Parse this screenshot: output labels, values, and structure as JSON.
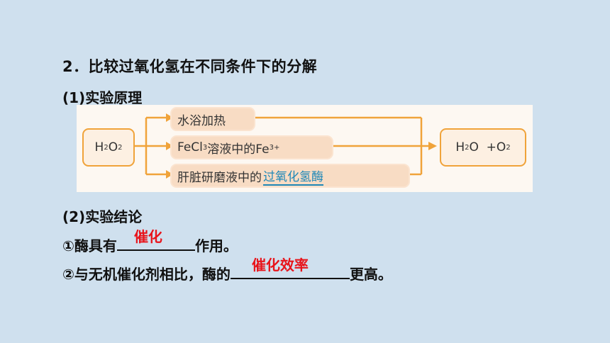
{
  "section": {
    "heading": "2．比较过氧化氢在不同条件下的分解",
    "sub1": "(1)实验原理",
    "sub2": "(2)实验结论"
  },
  "diagram": {
    "reactant": {
      "main": "H",
      "s1": "2",
      "mid": "O",
      "s2": "2"
    },
    "product": {
      "a": "H",
      "s1": "2",
      "b": "O  +O",
      "s2": "2"
    },
    "conditions": {
      "c1": "水浴加热",
      "c2_a": "FeCl",
      "c2_sub": "3",
      "c2_b": "溶液中的Fe",
      "c2_sup": "3+",
      "c3_a": "肝脏研磨液中的",
      "c3_hl": "过氧化氢酶"
    },
    "colors": {
      "arrow": "#f0a33a",
      "highlight": "#1f88b8"
    }
  },
  "conclusion": {
    "l1_pre": "①酶具有",
    "l1_ans": "催化",
    "l1_post": "作用。",
    "l2_pre": "②与无机催化剂相比，酶的",
    "l2_ans": "催化效率",
    "l2_post": "更高。",
    "answer_color": "#e8141b"
  }
}
